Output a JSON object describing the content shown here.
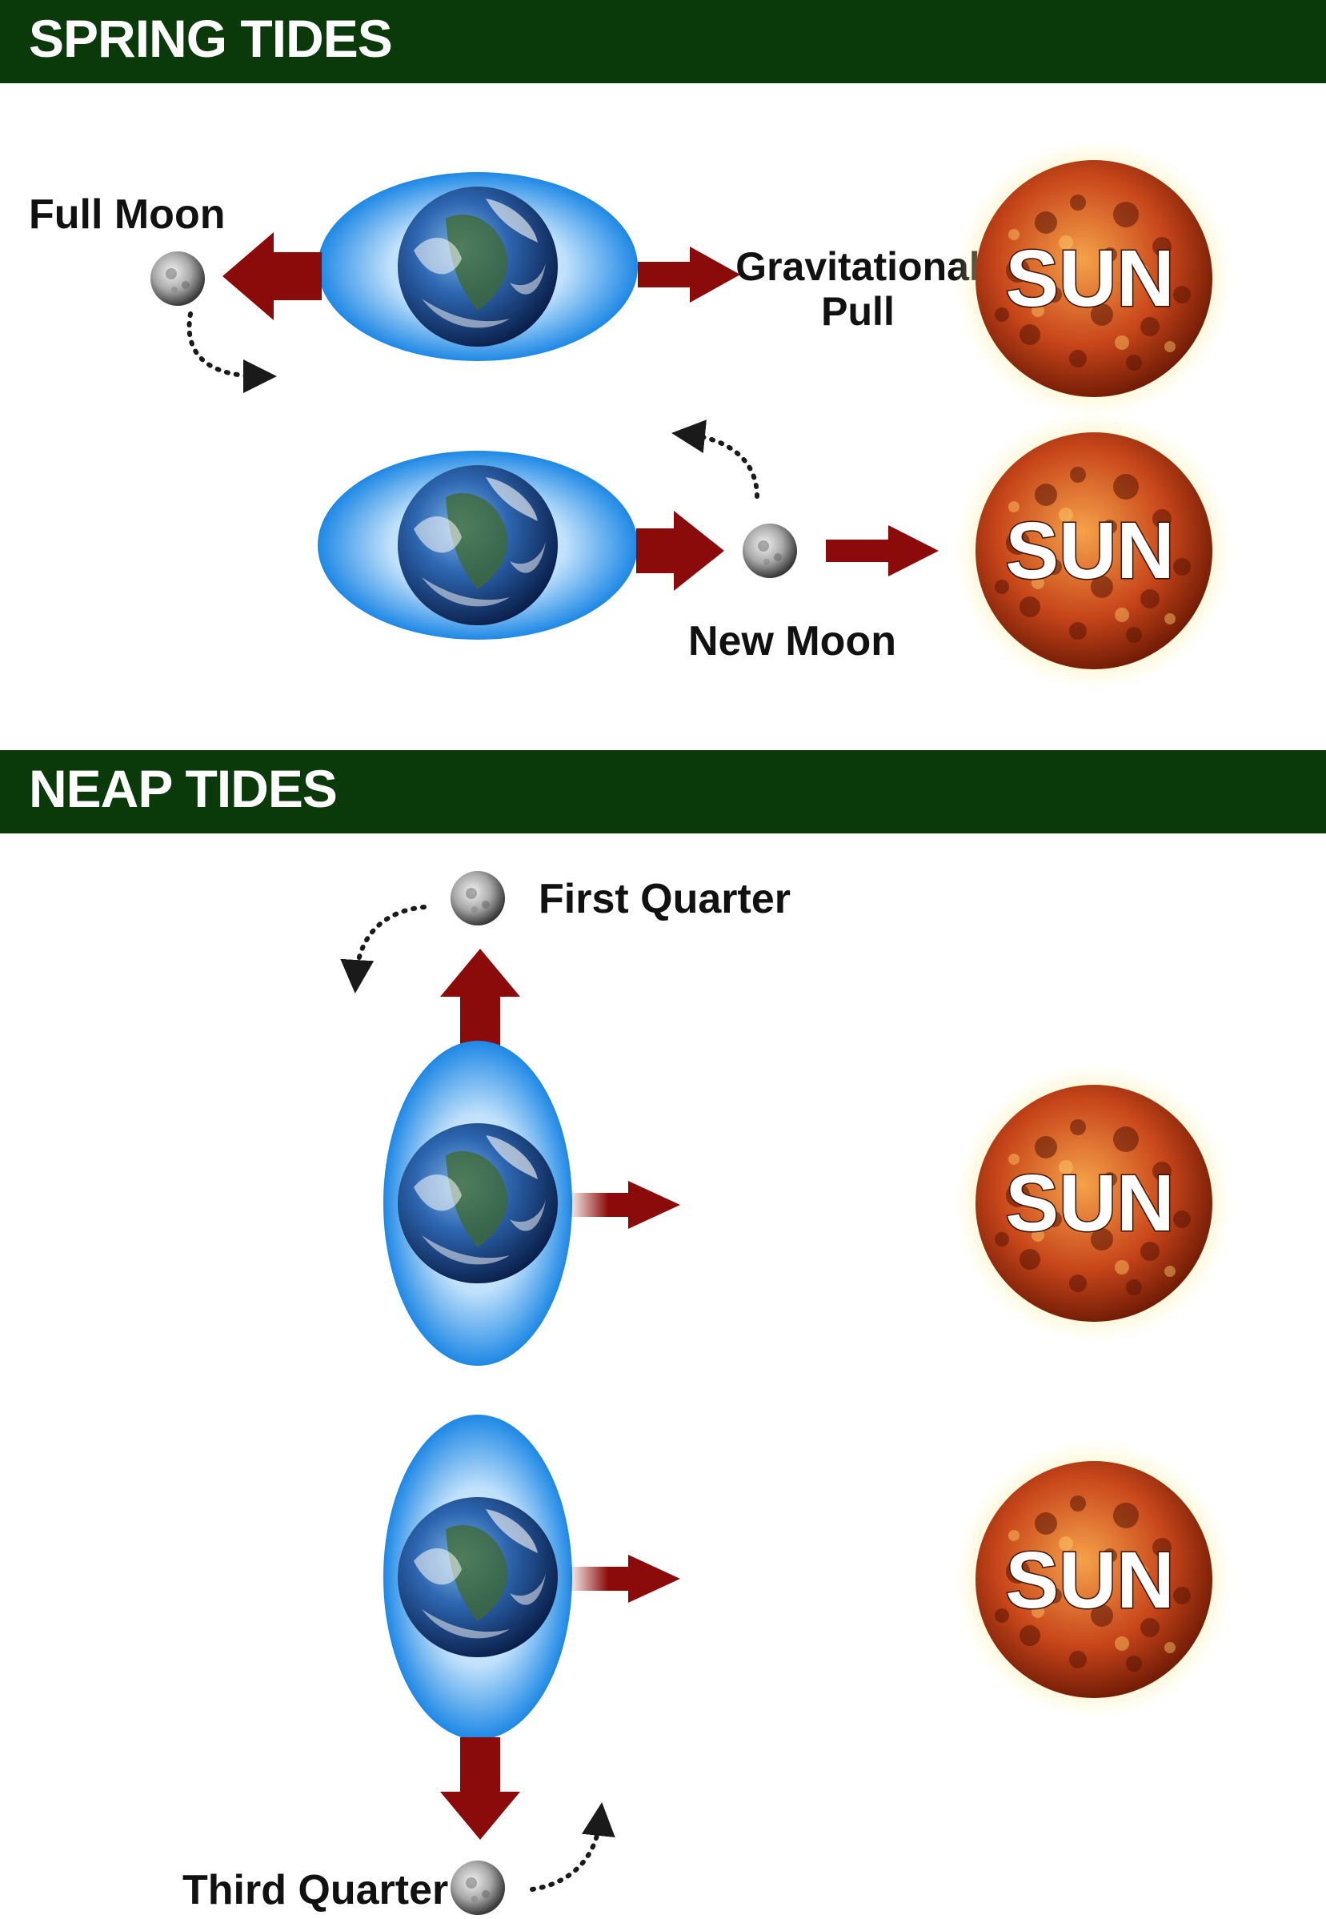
{
  "spring": {
    "heading": "SPRING TIDES",
    "full_moon_label": "Full Moon",
    "gravity_label_line1": "Gravitational",
    "gravity_label_line2": "Pull",
    "new_moon_label": "New Moon",
    "sun_label": "SUN"
  },
  "neap": {
    "heading": "NEAP TIDES",
    "first_quarter_label": "First Quarter",
    "third_quarter_label": "Third Quarter",
    "sun_label": "SUN"
  },
  "colors": {
    "banner": "#0a3a0a",
    "arrow": "#8b0a0a",
    "water": "#1e88e5",
    "sun": "#c8461a"
  }
}
